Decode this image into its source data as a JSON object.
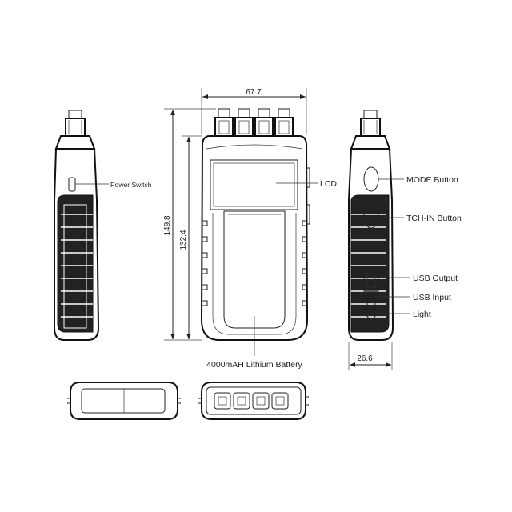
{
  "dimensions": {
    "width": "67.7",
    "height_total": "149.8",
    "height_body": "132.4",
    "depth": "26.6"
  },
  "callouts": {
    "power_switch": "Power Switch",
    "lcd": "LCD",
    "battery": "4000mAH Lithium Battery",
    "mode_button": "MODE Button",
    "tch_in_button": "TCH-IN Button",
    "usb_output": "USB Output",
    "usb_input": "USB Input",
    "light": "Light"
  }
}
